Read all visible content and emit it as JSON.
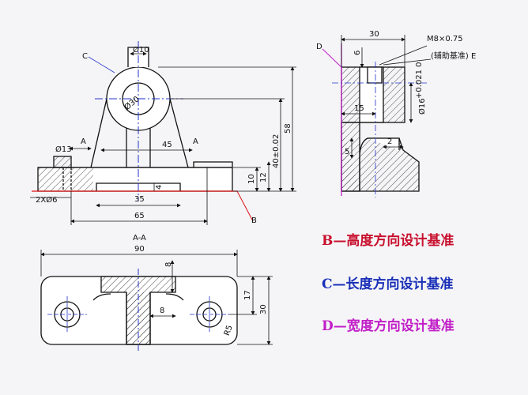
{
  "drawing": {
    "front_view": {
      "dims": {
        "d10": "Ø10",
        "d30": "Ø30",
        "d13": "Ø13",
        "holes": "2XØ6",
        "w45": "45",
        "w35": "35",
        "w65": "65",
        "h4": "4",
        "h10": "10",
        "h12": "12",
        "h40": "40±0.02",
        "h58": "58"
      },
      "labels": {
        "c": "C",
        "a_left": "A",
        "a_right": "A",
        "b": "B"
      }
    },
    "side_view": {
      "dims": {
        "w30": "30",
        "d6": "6",
        "thread": "M8×0.75",
        "aux": "(辅助基准) E",
        "w15": "15",
        "d16": "Ø16",
        "tol": "+0.021 0",
        "w5": "5",
        "w2": "2"
      },
      "labels": {
        "d": "D"
      }
    },
    "section_view": {
      "title": "A-A",
      "dims": {
        "w90": "90",
        "w8a": "8",
        "w8b": "8",
        "h17": "17",
        "h30": "30",
        "r": "R5"
      }
    }
  },
  "legend": [
    {
      "text": "B—高度方向设计基准",
      "color": "#c8102e"
    },
    {
      "text": "C—长度方向设计基准",
      "color": "#1a2fb8"
    },
    {
      "text": "D—宽度方向设计基准",
      "color": "#c21fc8"
    }
  ]
}
